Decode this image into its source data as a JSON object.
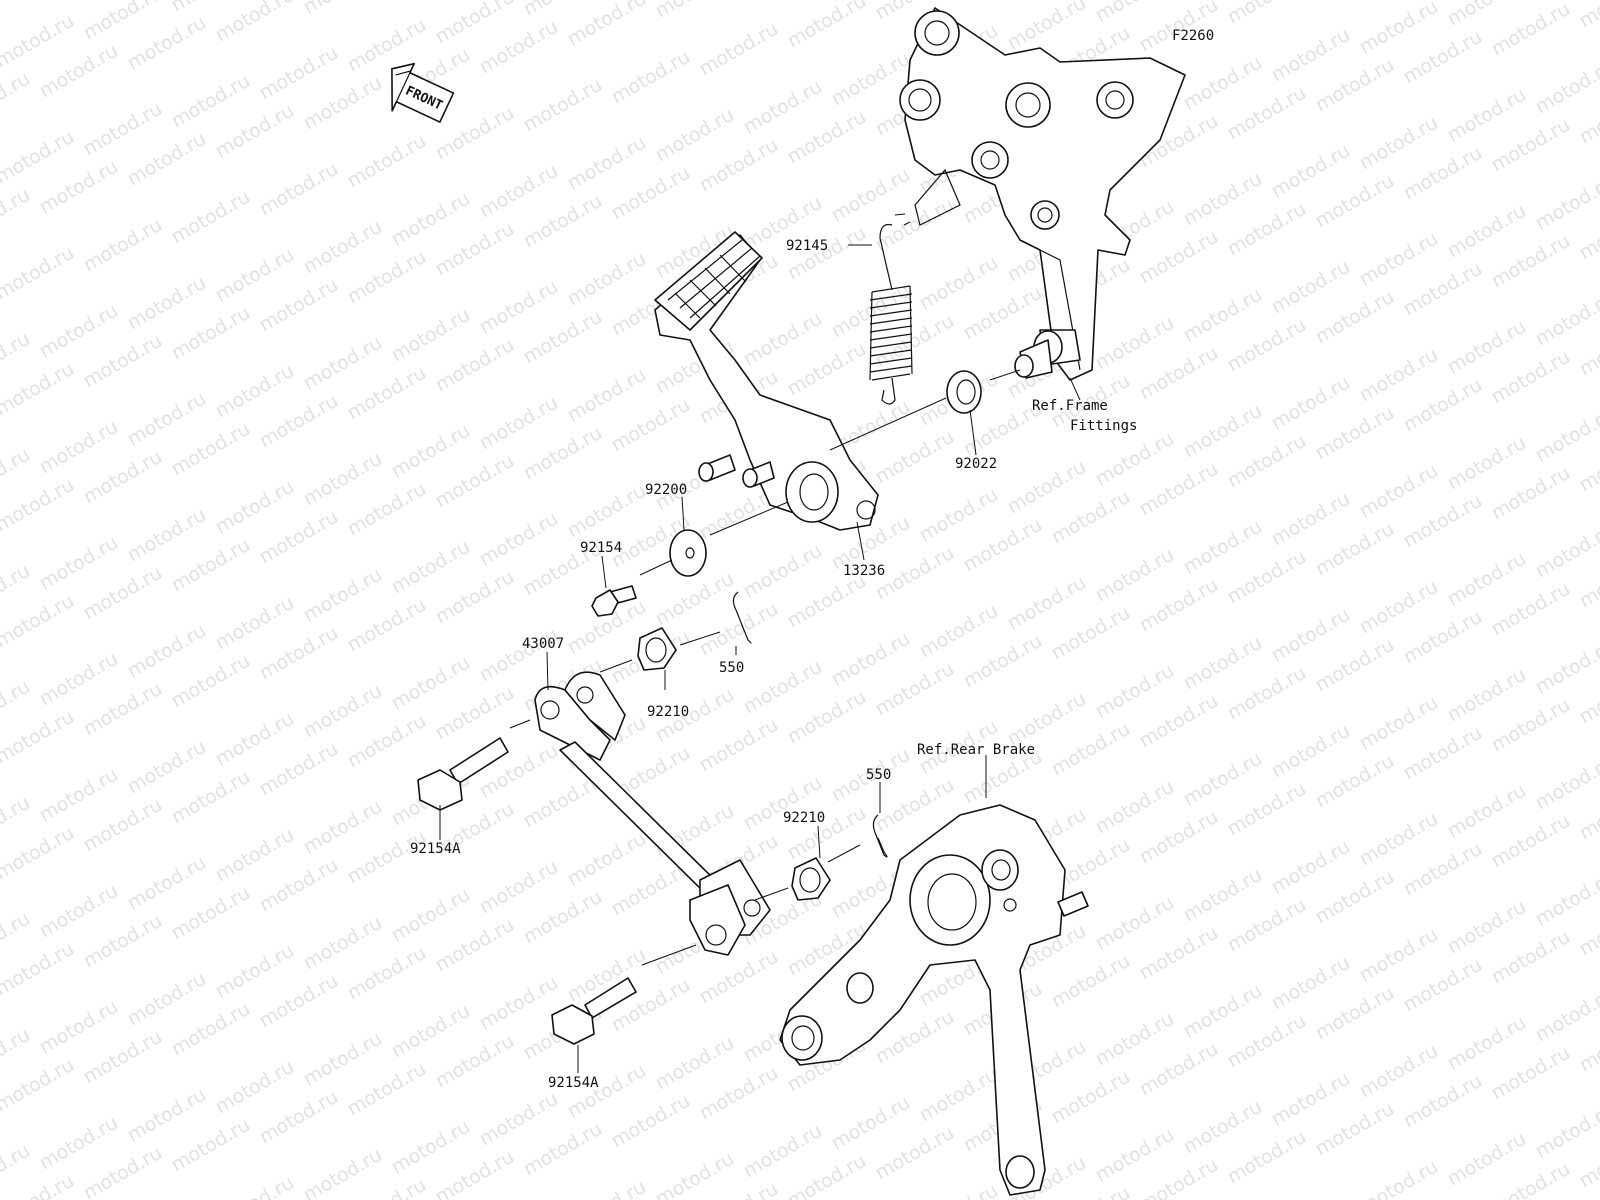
{
  "diagram_code": "F2260",
  "watermark": "motod.ru",
  "front_label": "FRONT",
  "callouts": {
    "c92145": "92145",
    "c92022": "92022",
    "cRefFrame1": "Ref.Frame",
    "cRefFrame2": "Fittings",
    "c92200": "92200",
    "c13236": "13236",
    "c92154": "92154",
    "c550a": "550",
    "c92210a": "92210",
    "c43007": "43007",
    "c92154Aa": "92154A",
    "cRefRear": "Ref.Rear Brake",
    "c550b": "550",
    "c92210b": "92210",
    "c92154Ab": "92154A"
  }
}
